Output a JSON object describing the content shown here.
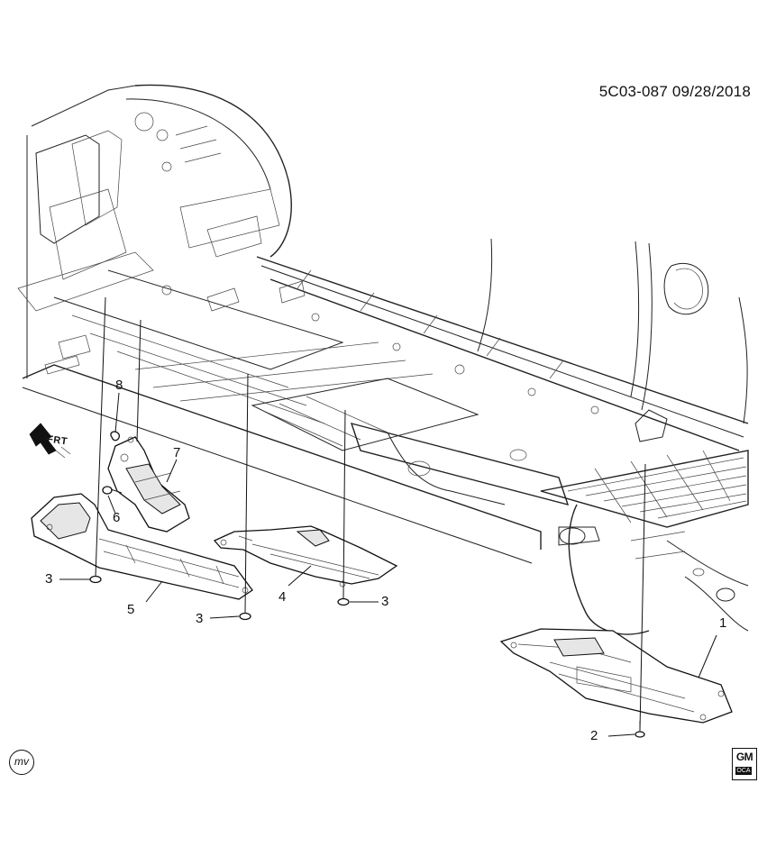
{
  "document_id": "5C03-087  09/28/2018",
  "direction_label": "FRT",
  "badge_mv": "mv",
  "logo": {
    "top": "GM",
    "bottom": "OCA"
  },
  "callouts": [
    {
      "id": "c1",
      "label": "1",
      "part": "shield-1"
    },
    {
      "id": "c2",
      "label": "2",
      "part": "fastener-2"
    },
    {
      "id": "c3a",
      "label": "3",
      "part": "fastener-3-left"
    },
    {
      "id": "c3b",
      "label": "3",
      "part": "fastener-3-middle"
    },
    {
      "id": "c3c",
      "label": "3",
      "part": "fastener-3-right"
    },
    {
      "id": "c4",
      "label": "4",
      "part": "shield-4"
    },
    {
      "id": "c5",
      "label": "5",
      "part": "shield-5"
    },
    {
      "id": "c6",
      "label": "6",
      "part": "bolt-6"
    },
    {
      "id": "c7",
      "label": "7",
      "part": "bracket-7"
    },
    {
      "id": "c8",
      "label": "8",
      "part": "clip-8"
    }
  ]
}
